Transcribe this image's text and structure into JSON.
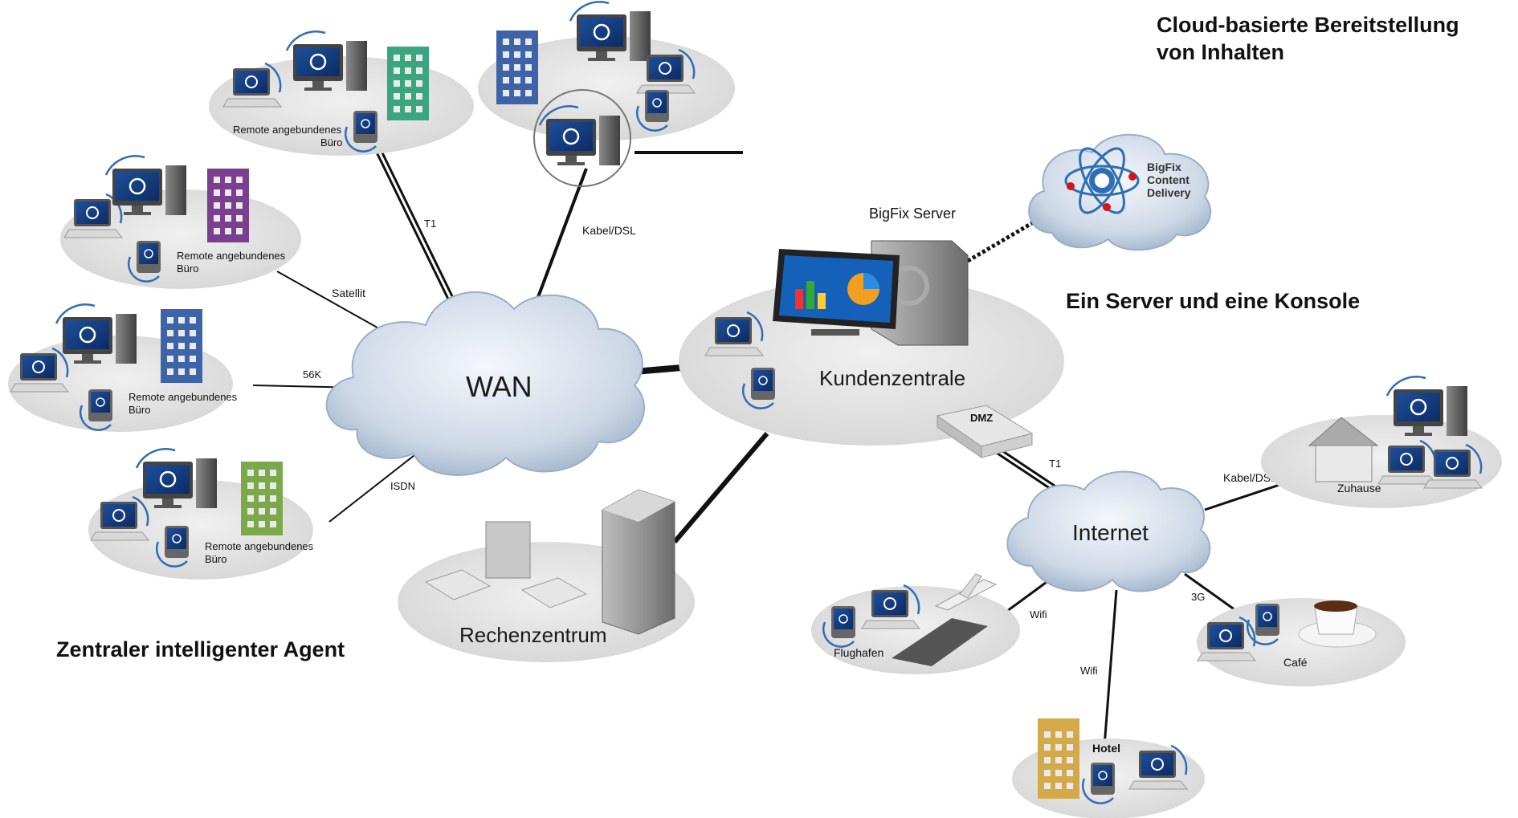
{
  "headlines": {
    "cloud_delivery": [
      "Cloud-basierte Bereitstellung",
      "von Inhalten"
    ],
    "server_console": "Ein Server und eine Konsole",
    "central_agent": "Zentraler intelligenter Agent"
  },
  "nodes": {
    "wan": "WAN",
    "internet": "Internet",
    "customer_hq": "Kundenzentrale",
    "data_center": "Rechenzentrum",
    "bigfix_server": "BigFix Server",
    "content_delivery": [
      "BigFix",
      "Content",
      "Delivery"
    ],
    "dmz": "DMZ",
    "remote_office_1": [
      "Remote angebundenes",
      "Büro"
    ],
    "remote_office_2": [
      "Remote angebundenes",
      "Büro"
    ],
    "remote_office_3": [
      "Remote angebundenes",
      "Büro"
    ],
    "remote_office_4": [
      "Remote angebundenes",
      "Büro"
    ],
    "home": "Zuhause",
    "airport": "Flughafen",
    "hotel": "Hotel",
    "cafe": "Café"
  },
  "links": {
    "t1_wan": "T1",
    "cable_dsl_wan": "Kabel/DSL",
    "satellite": "Satellit",
    "k56": "56K",
    "isdn": "ISDN",
    "t1_internet": "T1",
    "cable_dsl_home": "Kabel/DSL",
    "wifi_airport": "Wifi",
    "wifi_hotel": "Wifi",
    "g3": "3G"
  },
  "colors": {
    "accent_blue": "#2f6db5",
    "building_teal": "#3aa57f",
    "building_purple": "#7a3f8f",
    "building_blue": "#3d64a8",
    "building_green": "#7ba94a",
    "cloud": "#cfd9e6",
    "platform": "#e3e3e3"
  }
}
